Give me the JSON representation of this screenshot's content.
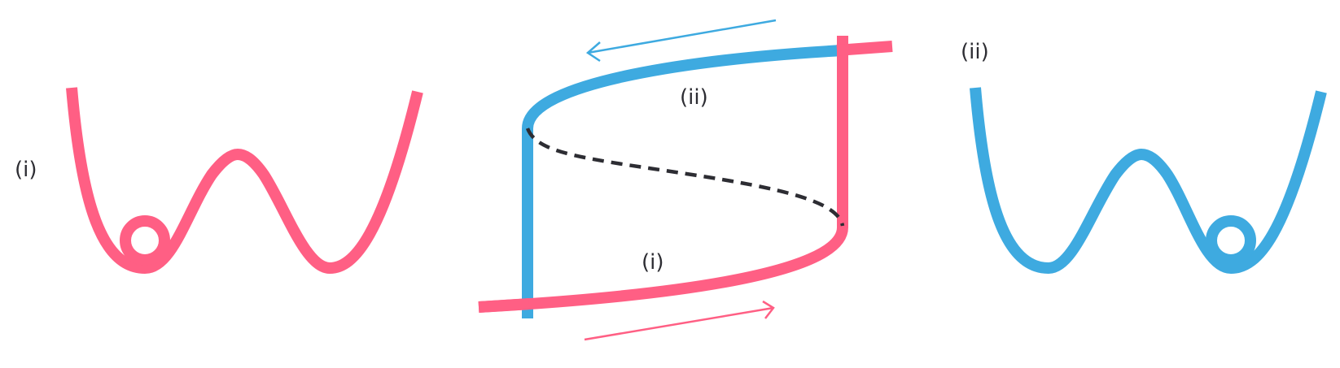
{
  "colors": {
    "pink": "#ff5f84",
    "blue": "#3eaae0",
    "dash": "#2d2d33",
    "text": "#2d2d33"
  },
  "labels": {
    "left_panel": "(i)",
    "right_panel": "(ii)",
    "lower_branch": "(i)",
    "upper_branch": "(ii)"
  }
}
